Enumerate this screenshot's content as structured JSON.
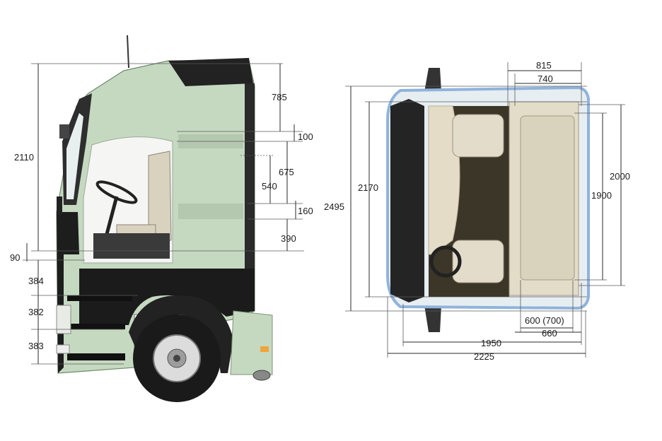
{
  "side_view": {
    "labels": {
      "overall_height": "2110",
      "roof_height": "785",
      "roof_step": "100",
      "interior_height": "675",
      "interior_height_alt": "540",
      "floor_step": "160",
      "window_to_floor": "390",
      "floor_offset": "90",
      "step_1": "384",
      "step_2": "382",
      "step_3": "383"
    }
  },
  "top_view": {
    "labels": {
      "width_815": "815",
      "width_740": "740",
      "length_2170": "2170",
      "length_2495": "2495",
      "bed_length_2000": "2000",
      "bed_length_1900": "1900",
      "bed_width": "600 (700)",
      "width_660": "660",
      "width_1950": "1950",
      "width_2225": "2225"
    }
  },
  "colors": {
    "cab_paint": "#c5d9c1",
    "cab_shadow": "#a9bfa5",
    "trim_black": "#1d1d1d",
    "interior_beige": "#e3dcc9",
    "cab_outline_blue": "#8fb3dc"
  }
}
